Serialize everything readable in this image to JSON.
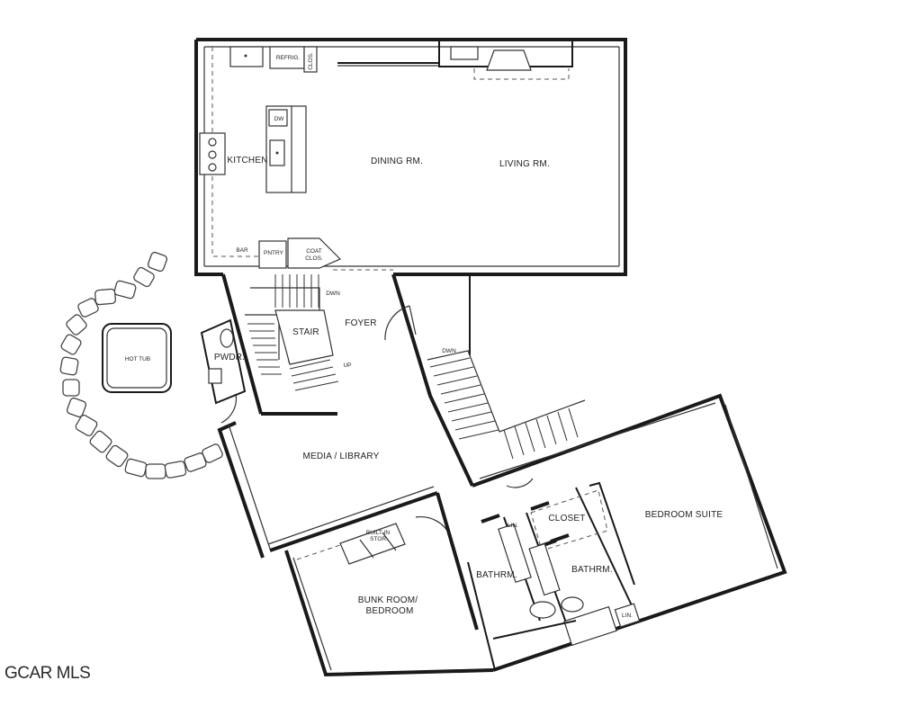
{
  "labels": {
    "kitchen": "KITCHEN",
    "dining": "DINING RM.",
    "living": "LIVING RM.",
    "refrig": "REFRIG.",
    "clos": "CLOS.",
    "dw": "DW",
    "bar": "BAR",
    "pantry": "PNTRY",
    "coat_clos_1": "COAT",
    "coat_clos_2": "CLOS.",
    "stair": "STAIR",
    "foyer": "FOYER",
    "dn_1": "DWN",
    "dn_2": "DWN",
    "up": "UP",
    "hot_tub": "HOT TUB",
    "powder": "PWDR.",
    "media": "MEDIA  /  LIBRARY",
    "built_in_1": "BUILT-IN",
    "built_in_2": "STOR.",
    "bunk_1": "BUNK ROOM/",
    "bunk_2": "BEDROOM",
    "lin_1": "LIN.",
    "lin_2": "LIN.",
    "bath_1": "BATHRM.",
    "bath_2": "BATHRM.",
    "closet": "CLOSET",
    "bedroom_suite": "BEDROOM SUITE"
  },
  "watermark": "GCAR MLS"
}
